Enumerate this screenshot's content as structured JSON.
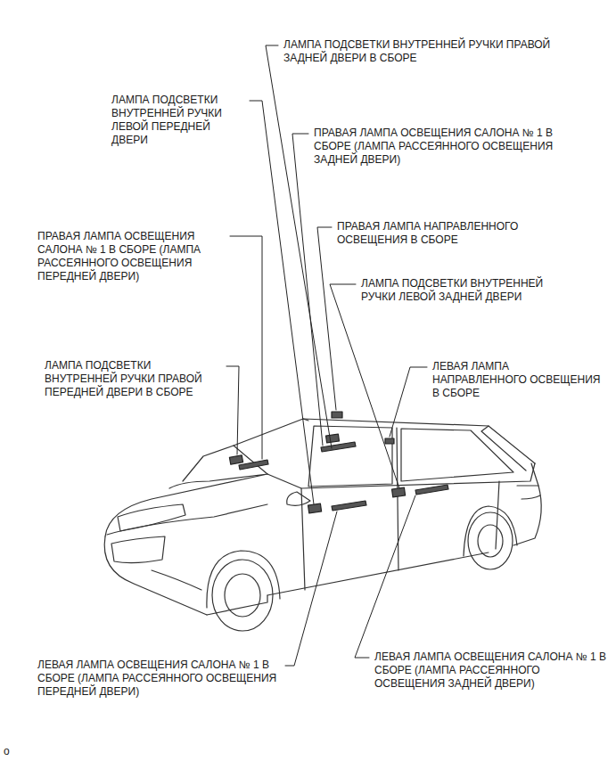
{
  "diagram": {
    "labels": [
      "ЛАМПА ПОДСВЕТКИ ВНУТРЕННЕЙ РУЧКИ ПРАВОЙ ЗАДНЕЙ ДВЕРИ В СБОРЕ",
      "ЛАМПА ПОДСВЕТКИ ВНУТРЕННЕЙ РУЧКИ ЛЕВОЙ ПЕРЕДНЕЙ ДВЕРИ",
      "ПРАВАЯ ЛАМПА ОСВЕЩЕНИЯ САЛОНА № 1 В СБОРЕ (ЛАМПА РАССЕЯННОГО ОСВЕЩЕНИЯ ЗАДНЕЙ ДВЕРИ)",
      "ПРАВАЯ ЛАМПА ОСВЕЩЕНИЯ САЛОНА № 1 В СБОРЕ (ЛАМПА РАССЕЯННОГО ОСВЕЩЕНИЯ ПЕРЕДНЕЙ ДВЕРИ)",
      "ПРАВАЯ ЛАМПА НАПРАВЛЕННОГО ОСВЕЩЕНИЯ В СБОРЕ",
      "ЛАМПА ПОДСВЕТКИ ВНУТРЕННЕЙ РУЧКИ ЛЕВОЙ ЗАДНЕЙ ДВЕРИ",
      "ЛАМПА ПОДСВЕТКИ ВНУТРЕННЕЙ РУЧКИ ПРАВОЙ ПЕРЕДНЕЙ ДВЕРИ В СБОРЕ",
      "ЛЕВАЯ ЛАМПА НАПРАВЛЕННОГО ОСВЕЩЕНИЯ В СБОРЕ",
      "ЛЕВАЯ ЛАМПА ОСВЕЩЕНИЯ САЛОНА № 1 В СБОРЕ (ЛАМПА РАССЕЯННОГО ОСВЕЩЕНИЯ ПЕРЕДНЕЙ ДВЕРИ)",
      "ЛЕВАЯ ЛАМПА ОСВЕЩЕНИЯ САЛОНА № 1 В СБОРЕ (ЛАМПА РАССЕЯННОГО ОСВЕЩЕНИЯ ЗАДНЕЙ ДВЕРИ)",
      "o"
    ]
  }
}
